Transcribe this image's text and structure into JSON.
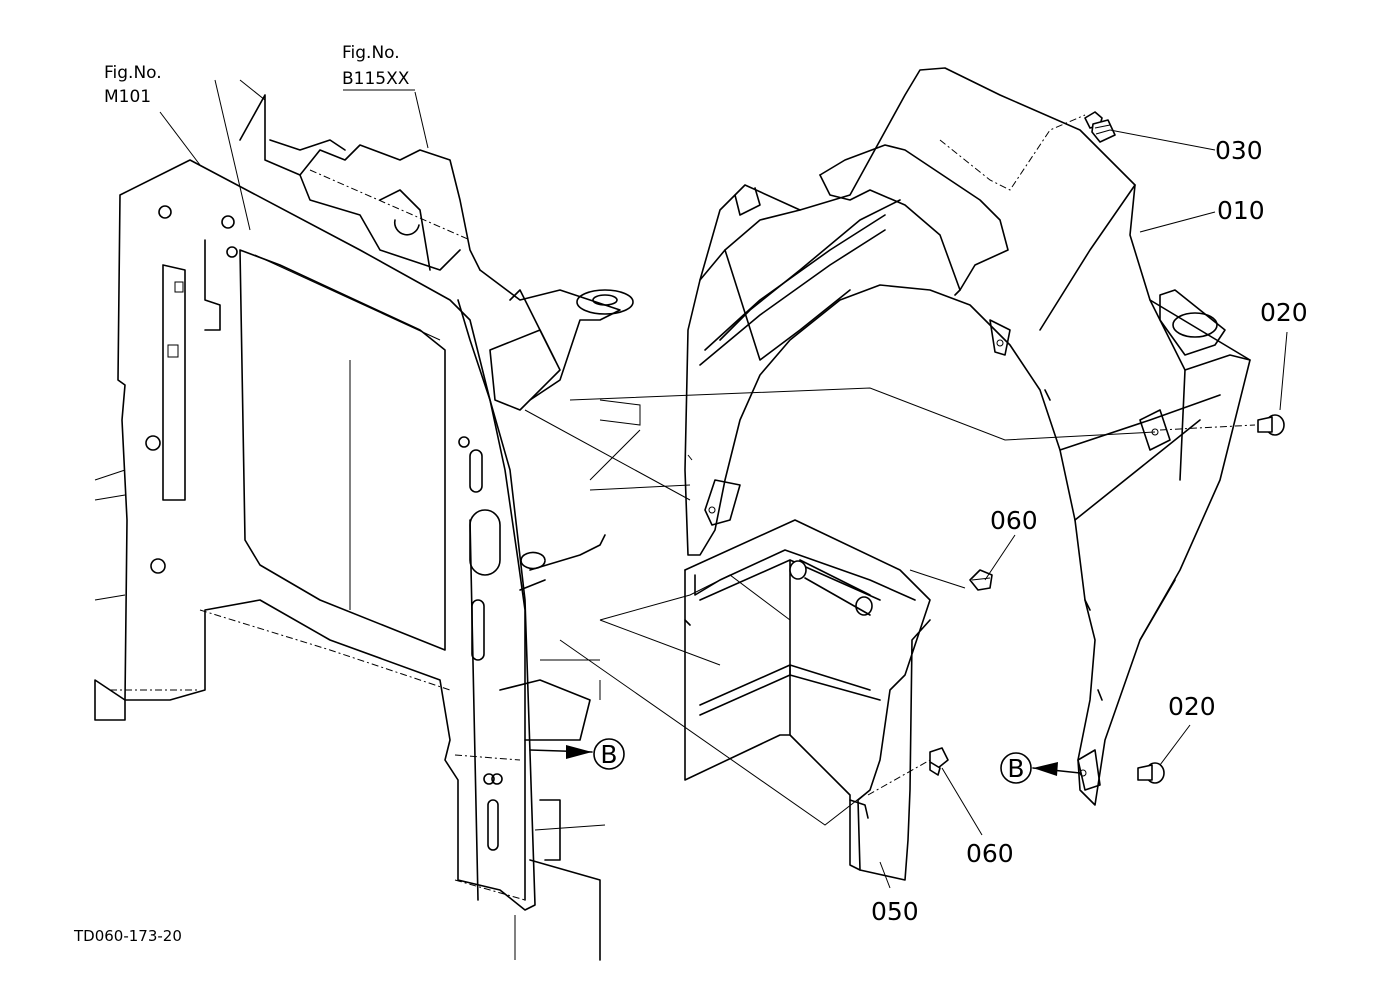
{
  "figure_refs": [
    {
      "line1": "Fig.No.",
      "line2": "M101"
    },
    {
      "line1": "Fig.No.",
      "line2": "B115XX"
    }
  ],
  "part_labels": {
    "p010": "010",
    "p020_a": "020",
    "p020_b": "020",
    "p030": "030",
    "p050": "050",
    "p060_a": "060",
    "p060_b": "060"
  },
  "view_markers": {
    "left": "B",
    "right": "B"
  },
  "drawing_code": "TD060-173-20"
}
